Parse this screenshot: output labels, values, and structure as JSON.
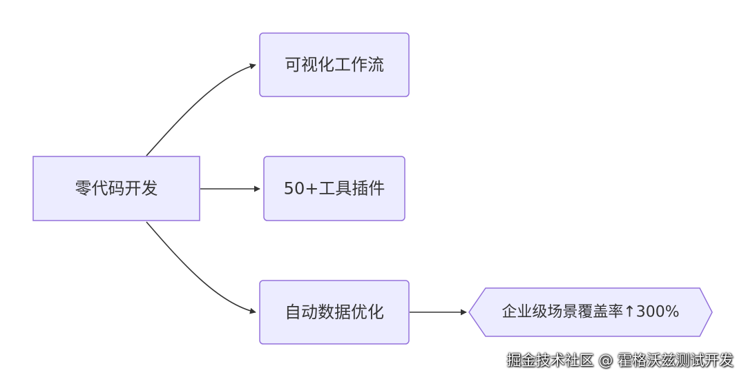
{
  "diagram": {
    "nodes": {
      "root": "零代码开发",
      "workflow": "可视化工作流",
      "plugins": "50+工具插件",
      "data_opt": "自动数据优化",
      "coverage": "企业级场景覆盖率↑300%"
    },
    "edges": [
      {
        "from": "root",
        "to": "workflow"
      },
      {
        "from": "root",
        "to": "plugins"
      },
      {
        "from": "root",
        "to": "data_opt"
      },
      {
        "from": "data_opt",
        "to": "coverage"
      }
    ]
  },
  "watermark": "掘金技术社区 @ 霍格沃兹测试开发",
  "colors": {
    "node_fill": "#ececff",
    "node_stroke": "#9370db",
    "edge": "#333333",
    "text": "#333333"
  }
}
